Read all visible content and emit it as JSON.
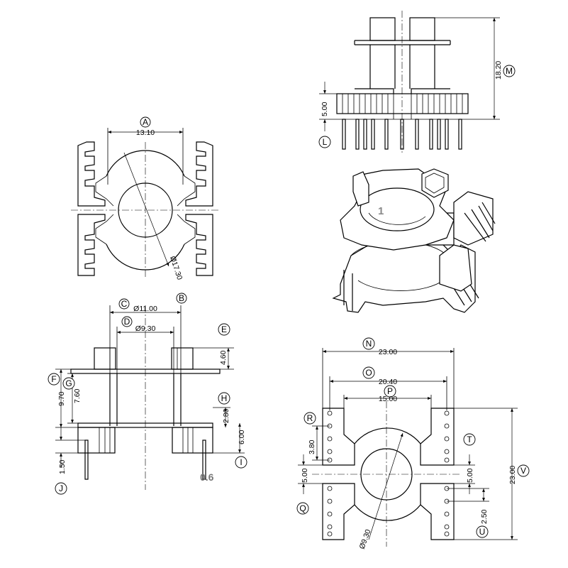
{
  "top_view": {
    "label_A": "A",
    "dim_A": "13.10",
    "label_B": "B",
    "dim_B": "Ø17.30"
  },
  "front_view": {
    "label_M": "M",
    "dim_M": "18.20",
    "label_L": "L",
    "dim_L": "5.00"
  },
  "iso_view": {
    "marker": "1"
  },
  "side_view": {
    "label_C": "C",
    "dim_C": "Ø11.00",
    "label_D": "D",
    "dim_D": "Ø9.30",
    "label_E": "E",
    "dim_E": "4.60",
    "label_F": "F",
    "dim_F": "9.70",
    "label_G": "G",
    "dim_G": "7.60",
    "label_H": "H",
    "dim_H": "2.80",
    "label_I": "I",
    "dim_I": "6.00",
    "label_J": "J",
    "dim_J": "1.50",
    "pin_dia": "0.6"
  },
  "bottom_view": {
    "label_N": "N",
    "dim_N": "23.00",
    "label_O": "O",
    "dim_O": "20.40",
    "label_P": "P",
    "dim_P": "15.00",
    "label_R": "R",
    "dim_R": "3.80",
    "label_T": "T",
    "dim_T": "5.00",
    "label_S": "5.00",
    "label_Q": "Q",
    "label_U": "U",
    "dim_U": "2.50",
    "label_V": "V",
    "dim_V": "23.00",
    "dim_core": "Ø9.30"
  }
}
